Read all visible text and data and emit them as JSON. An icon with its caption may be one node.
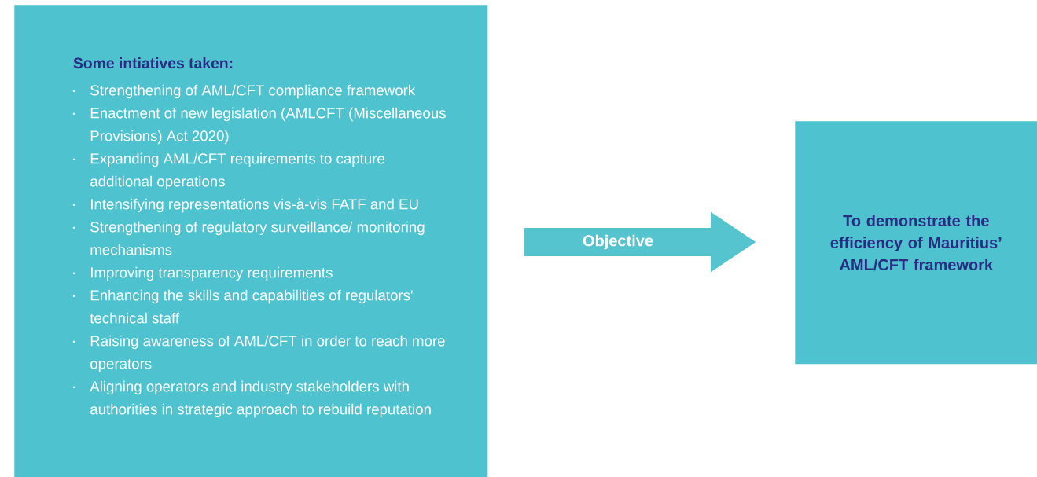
{
  "diagram": {
    "nodes": [
      {
        "text": [
          "Some intiatives taken:",
          "Strengthening of AML/CFT compliance framework",
          "Enactment of new legislation (AMLCFT (Miscellaneous Provisions) Act 2020)",
          "Expanding AML/CFT requirements to capture additional operations",
          "Intensifying representations vis-à-vis FATF and EU",
          "Strengthening of regulatory surveillance/ monitoring mechanisms",
          "Improving transparency requirements",
          "Enhancing the skills and capabilities of regulators' technical staff",
          "Raising awareness of AML/CFT in order to reach more operators",
          "Aligning operators and industry stakeholders with authorities in strategic approach to rebuild reputation"
        ]
      },
      {
        "text": [
          "To demonstrate the efficiency of Mauritius’ AML/CFT framework"
        ]
      }
    ],
    "edges": [
      {
        "from": 0,
        "to": 1,
        "arrow": "to",
        "label": "Objective"
      }
    ]
  }
}
